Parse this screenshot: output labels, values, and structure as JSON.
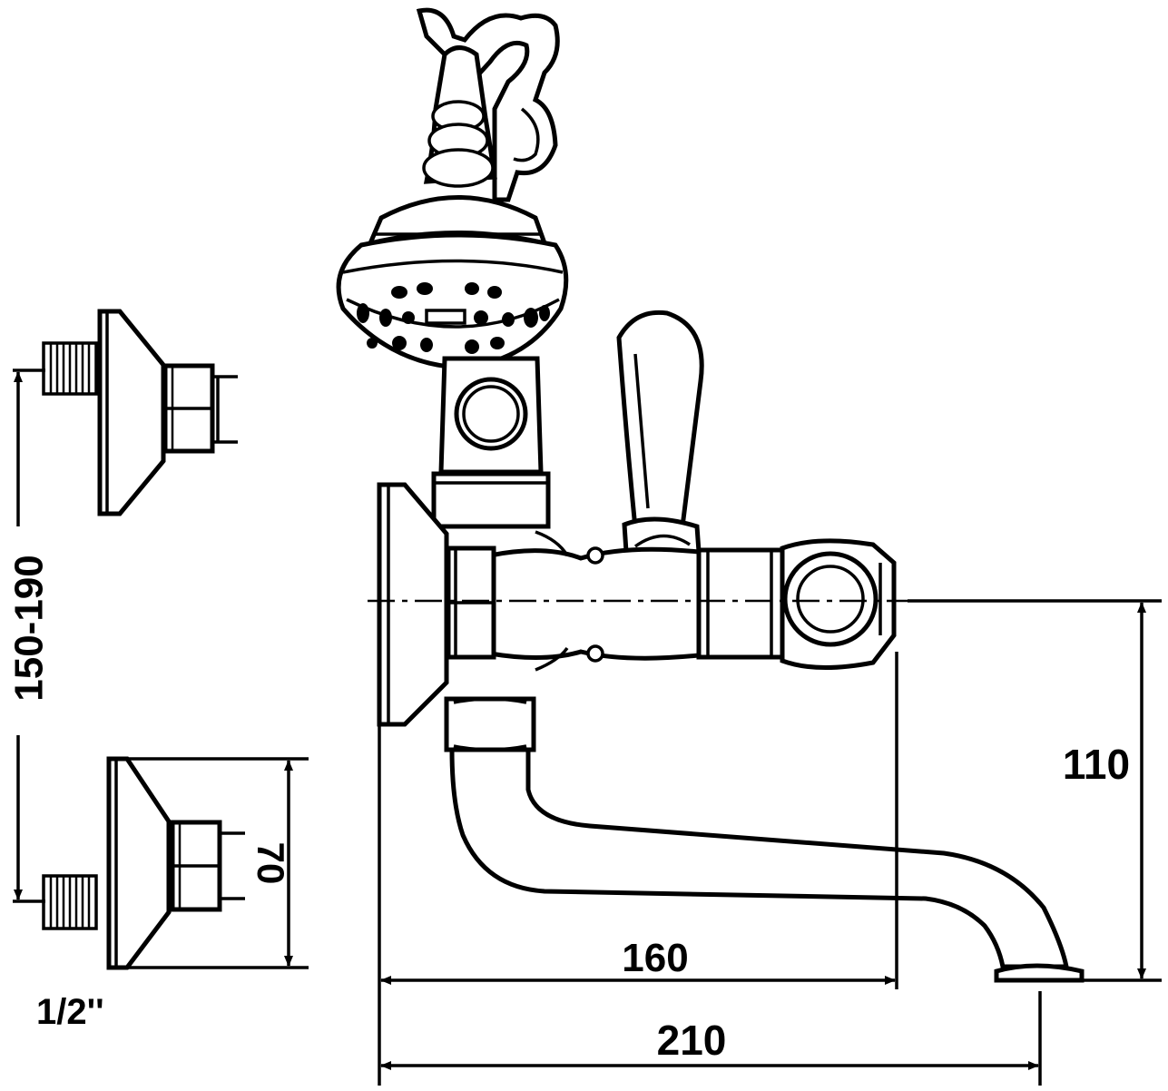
{
  "dimensions": {
    "height_range": "150-190",
    "depth": "70",
    "thread": "1/2''",
    "outlet_height": "110",
    "spout_reach": "160",
    "total_length": "210"
  },
  "colors": {
    "line": "#000000",
    "background": "#ffffff"
  }
}
